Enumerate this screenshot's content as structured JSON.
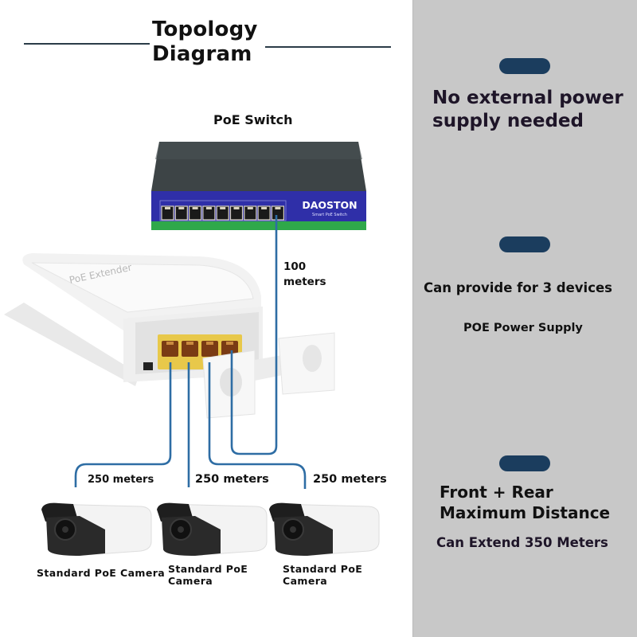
{
  "header": {
    "title_line1": "Topology",
    "title_line2": "Diagram"
  },
  "devices": {
    "switch": {
      "label": "PoE Switch",
      "brand": "DAOSTON",
      "model_text": "Smart PoE Switch",
      "port_count": 9
    },
    "extender": {
      "label": "PoE Extender",
      "port_count": 4
    },
    "cameras": [
      {
        "label_line1": "Standard PoE Camera",
        "label_line2": ""
      },
      {
        "label_line1": "Standard PoE",
        "label_line2": "Camera"
      },
      {
        "label_line1": "Standard PoE",
        "label_line2": "Camera"
      }
    ]
  },
  "links": {
    "uplink": {
      "line1": "100",
      "line2": "meters"
    },
    "downlinks": [
      "250 meters",
      "250 meters",
      "250 meters"
    ]
  },
  "colors": {
    "cable": "#2e6da4",
    "pill": "#1b3d5e",
    "panel": "#c8c8c8",
    "switch_face": "#2f2fa8",
    "switch_strip": "#2fa84a",
    "extender_ports": "#e8c84a"
  },
  "features": [
    {
      "heading_line1": "No external power",
      "heading_line2": "supply needed",
      "sub": ""
    },
    {
      "heading_line1": "Can provide for 3 devices",
      "heading_line2": "",
      "sub": "POE Power Supply"
    },
    {
      "heading_line1": "Front + Rear",
      "heading_line2": "Maximum Distance",
      "sub": "Can Extend 350 Meters"
    }
  ]
}
